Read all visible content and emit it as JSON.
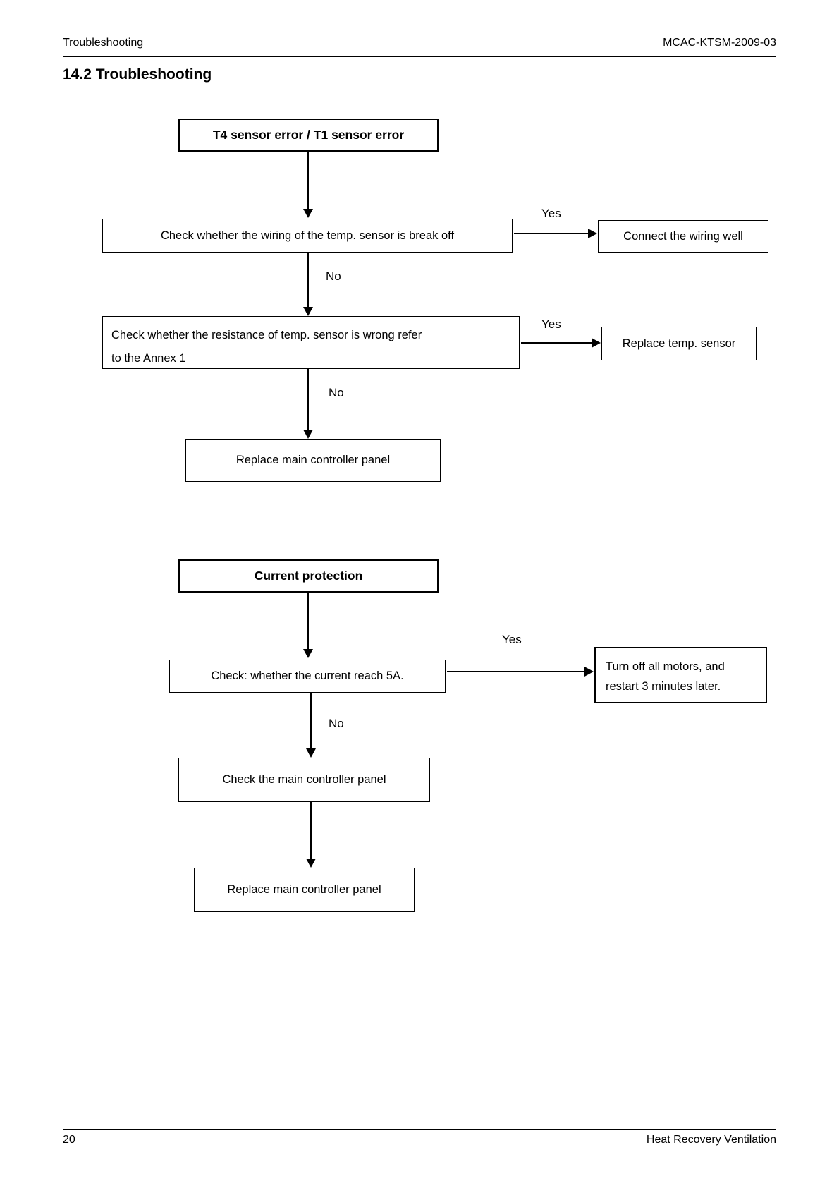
{
  "header": {
    "left": "Troubleshooting",
    "right": "MCAC-KTSM-2009-03"
  },
  "section_title": "14.2 Troubleshooting",
  "decision_labels": {
    "yes": "Yes",
    "no": "No"
  },
  "flowchart1": {
    "title": "T4 sensor error / T1 sensor error",
    "steps": {
      "check_wiring": "Check whether the wiring of the temp. sensor is break off",
      "connect_wiring": "Connect the wiring well",
      "check_resistance": {
        "line1": "Check whether the resistance of temp. sensor is wrong refer",
        "line2": "to the Annex 1"
      },
      "replace_temp_sensor": "Replace temp. sensor",
      "replace_main_controller": "Replace main controller panel"
    }
  },
  "flowchart2": {
    "title": "Current protection",
    "steps": {
      "check_current": "Check: whether the current reach 5A.",
      "turn_off_motors": {
        "line1": "Turn off all motors, and",
        "line2": "restart 3 minutes later."
      },
      "check_main_controller": "Check the main controller panel",
      "replace_main_controller": "Replace main controller panel"
    }
  },
  "footer": {
    "page_number": "20",
    "right": "Heat Recovery Ventilation"
  }
}
